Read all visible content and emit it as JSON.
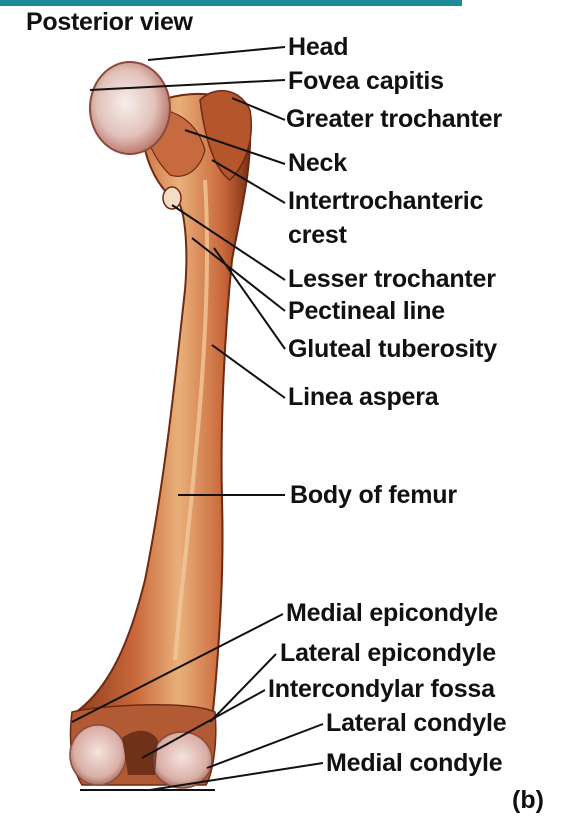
{
  "title": "Posterior view",
  "labels": {
    "head": "Head",
    "fovea_capitis": "Fovea capitis",
    "greater_trochanter": "Greater trochanter",
    "neck": "Neck",
    "intertrochanteric_crest_1": "Intertrochanteric",
    "intertrochanteric_crest_2": "crest",
    "lesser_trochanter": "Lesser trochanter",
    "pectineal_line": "Pectineal line",
    "gluteal_tuberosity": "Gluteal tuberosity",
    "linea_aspera": "Linea aspera",
    "body_of_femur": "Body of femur",
    "medial_epicondyle": "Medial epicondyle",
    "lateral_epicondyle": "Lateral epicondyle",
    "intercondylar_fossa": "Intercondylar fossa",
    "lateral_condyle": "Lateral condyle",
    "medial_condyle": "Medial condyle"
  },
  "panel_letter": "(b)",
  "colors": {
    "accent_bar": "#1f8a98",
    "bone": "#c8673a",
    "bone_light": "#e9b07a",
    "bone_shadow": "#8a3a1c",
    "head_highlight": "#f2e2dc",
    "leader": "#111111"
  }
}
